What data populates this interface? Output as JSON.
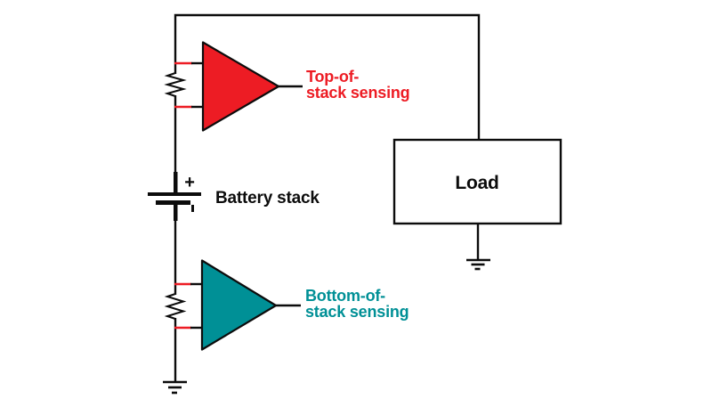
{
  "colors": {
    "red": "#ed1c24",
    "teal": "#009096",
    "wire": "#0c0c0c",
    "background": "#ffffff"
  },
  "labels": {
    "top_sensing_line1": "Top-of-",
    "top_sensing_line2": "stack sensing",
    "bottom_sensing_line1": "Bottom-of-",
    "bottom_sensing_line2": "stack sensing",
    "battery": "Battery stack",
    "battery_plus": "+",
    "battery_minus": "-",
    "load": "Load"
  },
  "symbols": [
    "top-of-stack-opamp",
    "bottom-of-stack-opamp",
    "sense-resistor-top",
    "sense-resistor-bottom",
    "battery-stack-symbol",
    "load-box",
    "ground-left",
    "ground-under-load"
  ]
}
